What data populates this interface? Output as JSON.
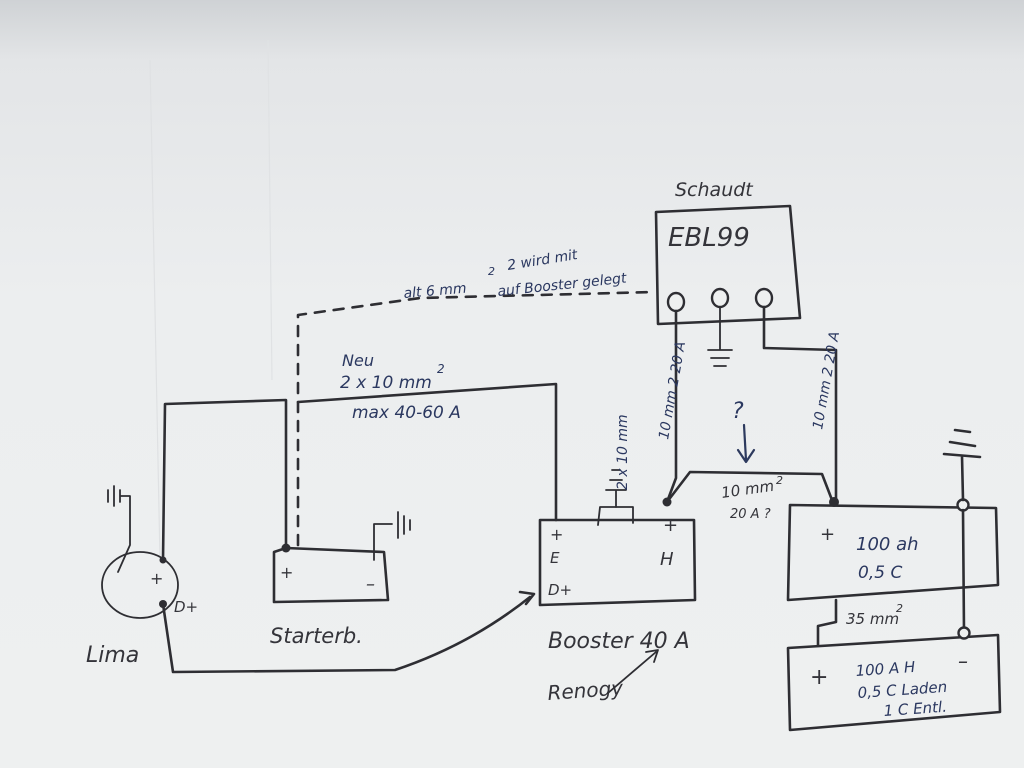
{
  "labels": {
    "schaudt": "Schaudt",
    "ebl99": "EBL99",
    "note_alt_line1": "2 wird mit",
    "note_alt_line2": "alt 6 mm",
    "note_alt_line3": "auf Booster gelegt",
    "neu": "Neu",
    "neu_cable": "2 x 10 mm",
    "neu_max": "max 40-60 A",
    "cable_2x10": "2 x 10 mm",
    "cable_10mm_20a_left": "10 mm 2 20 A",
    "cable_10mm_20a_right": "10 mm 2 20 A",
    "question_mark": "?",
    "cable_middle": "10 mm",
    "cable_middle_20a": "20 A ?",
    "cable_35mm": "35 mm",
    "battery1_capacity": "100 ah",
    "battery1_rate": "0,5 C",
    "battery2_capacity": "100 A H",
    "battery2_rate1": "0,5 C Laden",
    "battery2_rate2": "1 C Entl.",
    "lima": "Lima",
    "lima_dplus": "D+",
    "lima_plus": "+",
    "starterb": "Starterb.",
    "starterb_plus": "+",
    "starterb_minus": "–",
    "booster_plus": "+",
    "booster_e": "E",
    "booster_dplus": "D+",
    "booster_out_plus": "+",
    "booster_out_h": "H",
    "booster_title": "Booster 40 A",
    "renogy": "Renogy",
    "battery1_plus": "+",
    "battery2_plus": "+",
    "battery2_minus": "–"
  },
  "icons": [
    "ground-icon"
  ]
}
